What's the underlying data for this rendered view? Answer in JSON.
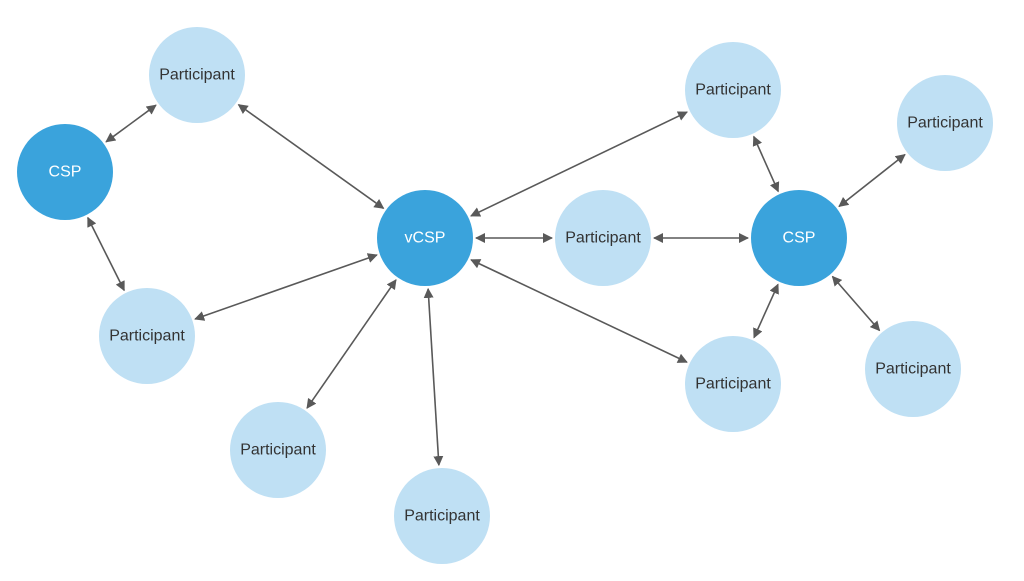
{
  "colors": {
    "hub_fill": "#3aa3dc",
    "hub_text": "#ffffff",
    "participant_fill": "#bfe0f4",
    "participant_text": "#333333",
    "edge": "#595959",
    "background": "#ffffff"
  },
  "nodes": [
    {
      "id": "vcsp",
      "kind": "hub",
      "label": "vCSP"
    },
    {
      "id": "csp-left",
      "kind": "hub",
      "label": "CSP"
    },
    {
      "id": "csp-right",
      "kind": "hub",
      "label": "CSP"
    },
    {
      "id": "p-top-left",
      "kind": "participant",
      "label": "Participant"
    },
    {
      "id": "p-mid-left",
      "kind": "participant",
      "label": "Participant"
    },
    {
      "id": "p-bottom-left",
      "kind": "participant",
      "label": "Participant"
    },
    {
      "id": "p-bottom-center",
      "kind": "participant",
      "label": "Participant"
    },
    {
      "id": "p-center",
      "kind": "participant",
      "label": "Participant"
    },
    {
      "id": "p-top-right",
      "kind": "participant",
      "label": "Participant"
    },
    {
      "id": "p-bottom-right",
      "kind": "participant",
      "label": "Participant"
    },
    {
      "id": "p-far-top-right",
      "kind": "participant",
      "label": "Participant"
    },
    {
      "id": "p-far-bottom-right",
      "kind": "participant",
      "label": "Participant"
    }
  ],
  "edges": [
    {
      "from": "p-top-left",
      "to": "csp-left",
      "direction": "both"
    },
    {
      "from": "csp-left",
      "to": "p-mid-left",
      "direction": "both"
    },
    {
      "from": "p-top-left",
      "to": "vcsp",
      "direction": "both"
    },
    {
      "from": "p-mid-left",
      "to": "vcsp",
      "direction": "both"
    },
    {
      "from": "p-bottom-left",
      "to": "vcsp",
      "direction": "both"
    },
    {
      "from": "p-bottom-center",
      "to": "vcsp",
      "direction": "both"
    },
    {
      "from": "p-top-right",
      "to": "vcsp",
      "direction": "both"
    },
    {
      "from": "p-center",
      "to": "vcsp",
      "direction": "both"
    },
    {
      "from": "p-bottom-right",
      "to": "vcsp",
      "direction": "both"
    },
    {
      "from": "p-center",
      "to": "csp-right",
      "direction": "both"
    },
    {
      "from": "p-top-right",
      "to": "csp-right",
      "direction": "both"
    },
    {
      "from": "p-bottom-right",
      "to": "csp-right",
      "direction": "both"
    },
    {
      "from": "p-far-top-right",
      "to": "csp-right",
      "direction": "both"
    },
    {
      "from": "p-far-bottom-right",
      "to": "csp-right",
      "direction": "both"
    }
  ]
}
